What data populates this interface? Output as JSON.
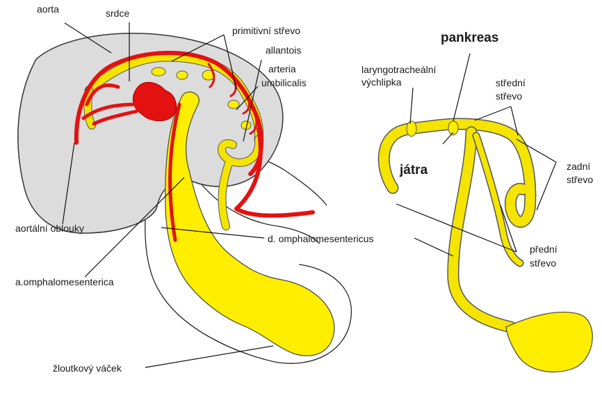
{
  "colors": {
    "yolk": "#ffee00",
    "artery": "#e41111",
    "embryo_body": "#dcdcdc",
    "line": "#111111"
  },
  "labels": {
    "aorta": "aorta",
    "srdce": "srdce",
    "primitivni_strevo": "primitivní střevo",
    "allantois": "allantois",
    "arteria_line1": "arteria",
    "arteria_line2": "umbilicalis",
    "aortalni_oblouky": "aortální oblouky",
    "d_omphalo": "d. omphalomesentericus",
    "a_omphalo": "a.omphalomesenterica",
    "zloutkovy_vacek": "žloutkový váček",
    "pankreas": "pankreas",
    "jatra": "játra",
    "laryngo_line1": "laryngotracheální",
    "laryngo_line2": "výchlipka",
    "stredni_line1": "střední",
    "stredni_line2": "střevo",
    "zadni_line1": "zadní",
    "zadni_line2": "střevo",
    "predni_line1": "přední",
    "predni_line2": "střevo"
  }
}
